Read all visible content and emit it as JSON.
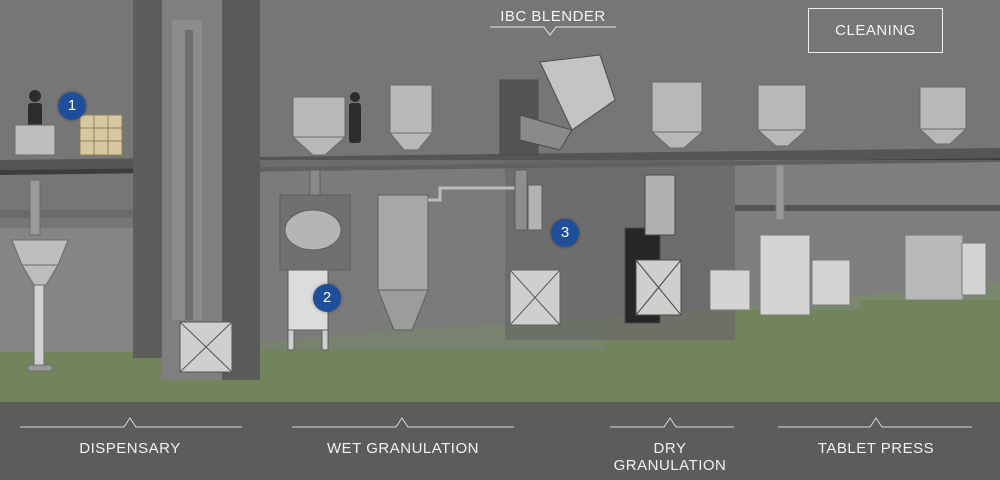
{
  "top": {
    "ibc_blender": "IBC BLENDER",
    "cleaning_button": "CLEANING"
  },
  "markers": [
    "1",
    "2",
    "3"
  ],
  "sections": {
    "dispensary": "DISPENSARY",
    "wet_granulation": "WET GRANULATION",
    "dry_granulation_line1": "DRY",
    "dry_granulation_line2": "GRANULATION",
    "tablet_press": "TABLET PRESS"
  },
  "colors": {
    "marker": "#1f4f9a",
    "floor": "#72855a",
    "bottom_bar": "#5c5c5c"
  }
}
